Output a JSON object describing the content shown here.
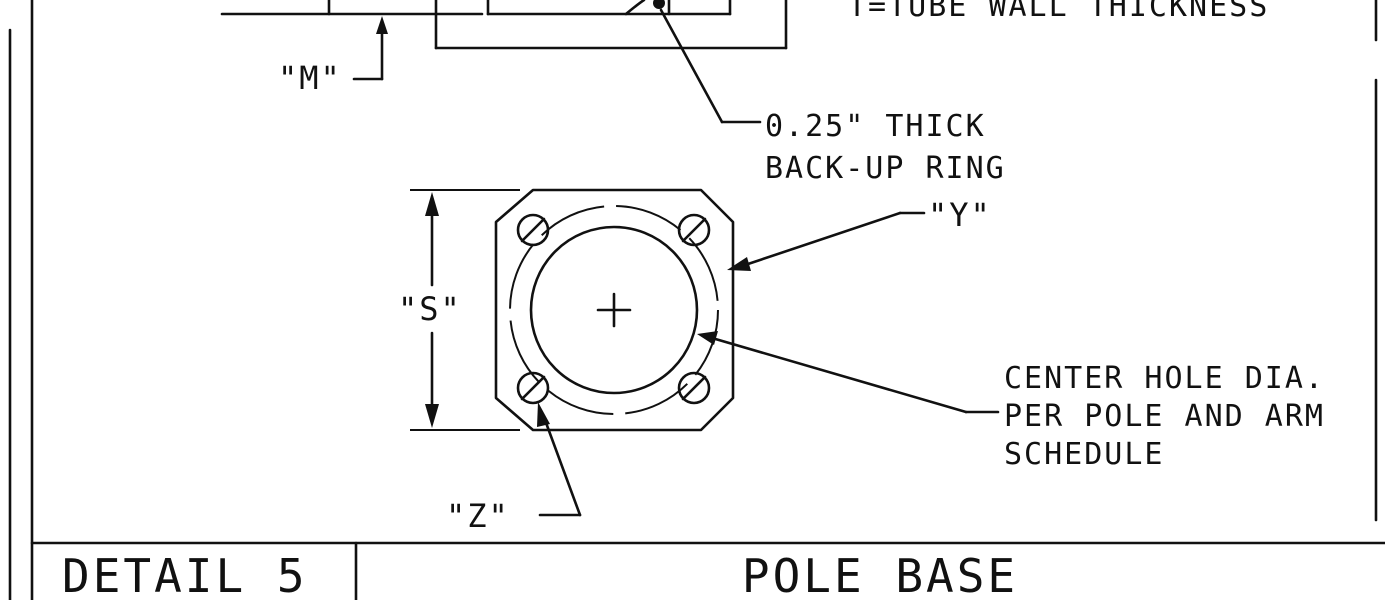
{
  "notes": {
    "tube_wall": "T=TUBE WALL THICKNESS",
    "backup_ring_line1": "0.25\" THICK",
    "backup_ring_line2": "BACK-UP RING",
    "center_hole_line1": "CENTER HOLE DIA.",
    "center_hole_line2": "PER POLE AND ARM",
    "center_hole_line3": "SCHEDULE"
  },
  "labels": {
    "m": "\"M\"",
    "s": "\"S\"",
    "y": "\"Y\"",
    "z": "\"Z\""
  },
  "title_block": {
    "detail": "DETAIL 5",
    "title": "POLE BASE"
  }
}
